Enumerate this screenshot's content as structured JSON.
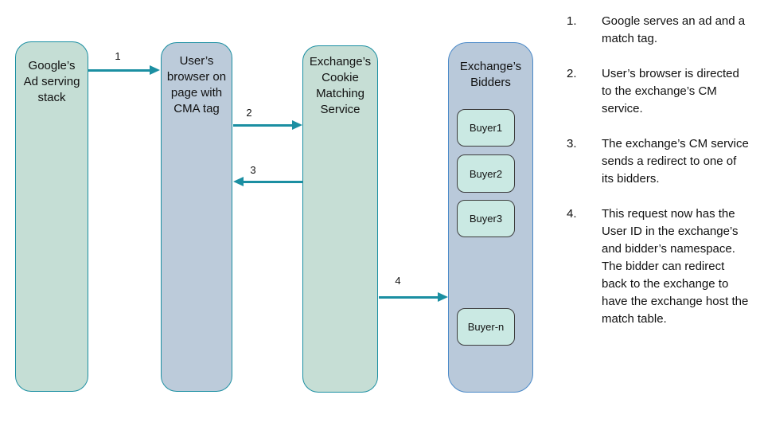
{
  "diagram": {
    "nodes": [
      {
        "id": "google-ad-serving-stack",
        "label": "Google’s\nAd serving\nstack",
        "fill": "#c5ded5",
        "border": "#1b8fa2"
      },
      {
        "id": "user-browser",
        "label": "User’s\nbrowser on\npage with\nCMA tag",
        "fill": "#bccbda",
        "border": "#1b8fa2"
      },
      {
        "id": "exchange-cookie-matching-service",
        "label": "Exchange’s\nCookie\nMatching\nService",
        "fill": "#c6ded5",
        "border": "#1b8fa2"
      },
      {
        "id": "exchange-bidders",
        "label": "Exchange’s\nBidders",
        "fill": "#b9c9da",
        "border": "#4a89c8"
      }
    ],
    "buyers": [
      "Buyer1",
      "Buyer2",
      "Buyer3",
      "Buyer-n"
    ],
    "arrows": [
      {
        "label": "1",
        "from": "google-ad-serving-stack",
        "to": "user-browser",
        "direction": "right"
      },
      {
        "label": "2",
        "from": "user-browser",
        "to": "exchange-cookie-matching-service",
        "direction": "right"
      },
      {
        "label": "3",
        "from": "exchange-cookie-matching-service",
        "to": "user-browser",
        "direction": "left"
      },
      {
        "label": "4",
        "from": "exchange-cookie-matching-service",
        "to": "exchange-bidders",
        "direction": "right"
      }
    ],
    "arrow_color": "#1b8fa2"
  },
  "steps": [
    {
      "num": "1.",
      "text": "Google serves an ad and a match tag."
    },
    {
      "num": "2.",
      "text": "User’s browser is directed to the exchange’s CM service."
    },
    {
      "num": "3.",
      "text": "The exchange’s CM service sends a redirect to one of its bidders."
    },
    {
      "num": "4.",
      "text": "This request now has the User ID in the exchange’s and bidder’s namespace. The bidder can redirect back to the exchange to have the exchange host the match table."
    }
  ],
  "colors": {
    "node_green_fill": "#c5ded5",
    "node_blue_fill": "#bccbda",
    "teal_border": "#1b8fa2",
    "blue_border": "#4a89c8",
    "bidder_fill": "#cae9e3",
    "text": "#111111"
  }
}
